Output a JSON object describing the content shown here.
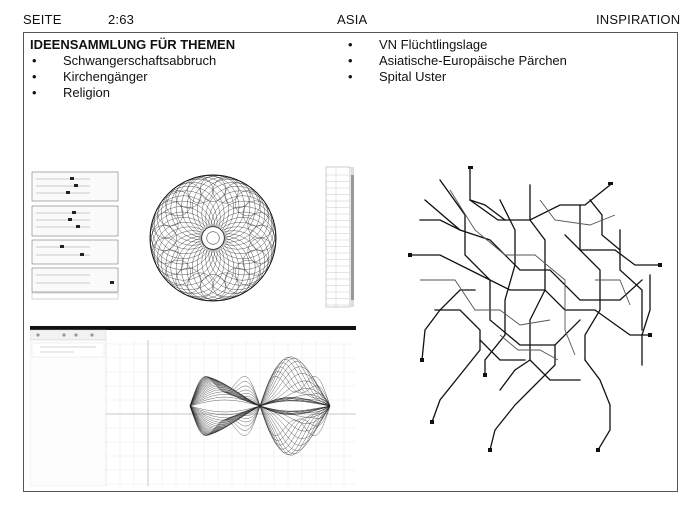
{
  "header": {
    "left_label": "SEITE",
    "page_number": "2:63",
    "center_title": "ASIA",
    "right_label": "INSPIRATION"
  },
  "ideas": {
    "title": "IDEENSAMMLUNG FÜR THEMEN",
    "left_items": [
      "Schwangerschaftsabbruch",
      "Kirchengänger",
      "Religion"
    ],
    "right_items": [
      "VN Flüchtlingslage",
      "Asiatische-Europäische Pärchen",
      "Spital Uster"
    ]
  },
  "images": {
    "mandala_panel": "mandala-software-screenshot",
    "wave_panel": "graphing-software-screenshot",
    "network_map": "transit-network-drawing"
  }
}
